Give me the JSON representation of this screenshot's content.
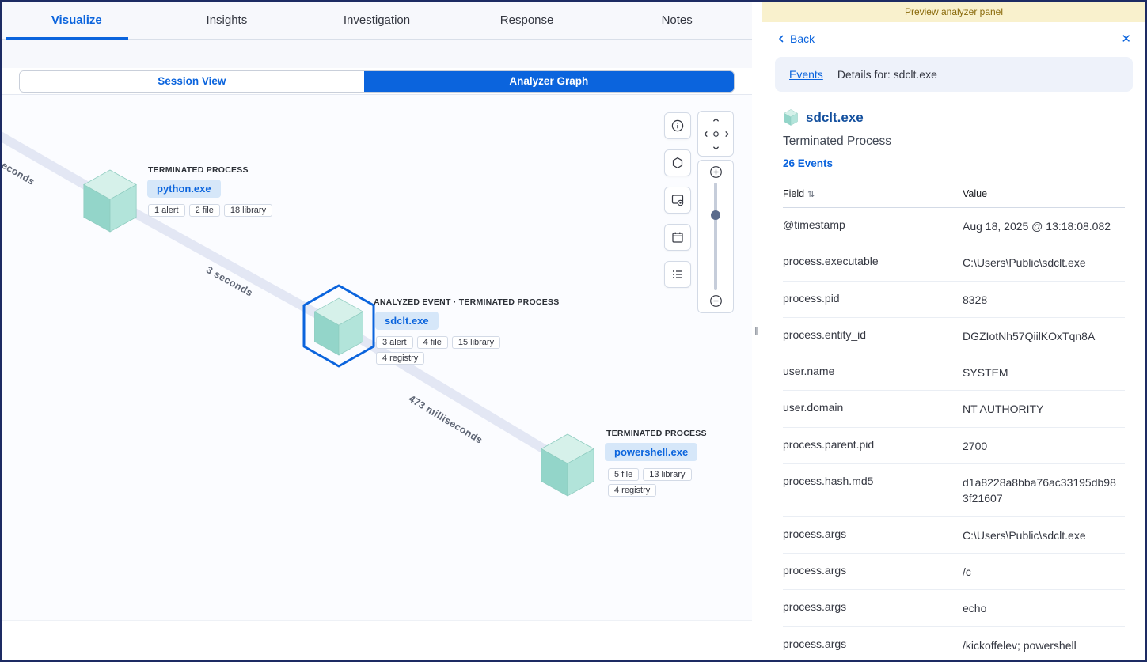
{
  "colors": {
    "primary_blue": "#0b64dd",
    "cube_teal": "#9fdacd",
    "banner_yellow": "#f9f1cd",
    "edge_lavender": "#e3e7f4"
  },
  "icons": {
    "close": "✕",
    "sort": "⇅",
    "drag": "‖"
  },
  "tabs": [
    {
      "label": "Visualize",
      "active": true
    },
    {
      "label": "Insights",
      "active": false
    },
    {
      "label": "Investigation",
      "active": false
    },
    {
      "label": "Response",
      "active": false
    },
    {
      "label": "Notes",
      "active": false
    }
  ],
  "view_toggle": {
    "session_view": "Session View",
    "analyzer_graph": "Analyzer Graph"
  },
  "graph": {
    "edge_labels": [
      "seconds",
      "3 seconds",
      "473 milliseconds"
    ],
    "nodes": [
      {
        "type_label": "TERMINATED PROCESS",
        "name": "python.exe",
        "badges": [
          "1 alert",
          "2 file",
          "18 library"
        ],
        "selected": false
      },
      {
        "type_label": "ANALYZED EVENT · TERMINATED PROCESS",
        "name": "sdclt.exe",
        "badges": [
          "3 alert",
          "4 file",
          "15 library",
          "4 registry"
        ],
        "selected": true
      },
      {
        "type_label": "TERMINATED PROCESS",
        "name": "powershell.exe",
        "badges": [
          "5 file",
          "13 library",
          "4 registry"
        ],
        "selected": false
      }
    ]
  },
  "panel": {
    "preview_banner": "Preview analyzer panel",
    "back_label": "Back",
    "breadcrumb": {
      "events": "Events",
      "details": "Details for: sdclt.exe"
    },
    "title": "sdclt.exe",
    "subtitle": "Terminated Process",
    "events_link": "26 Events",
    "table": {
      "field_header": "Field",
      "value_header": "Value",
      "rows": [
        {
          "field": "@timestamp",
          "value": "Aug 18, 2025 @ 13:18:08.082"
        },
        {
          "field": "process.executable",
          "value": "C:\\Users\\Public\\sdclt.exe"
        },
        {
          "field": "process.pid",
          "value": "8328"
        },
        {
          "field": "process.entity_id",
          "value": "DGZIotNh57QiilKOxTqn8A"
        },
        {
          "field": "user.name",
          "value": "SYSTEM"
        },
        {
          "field": "user.domain",
          "value": "NT AUTHORITY"
        },
        {
          "field": "process.parent.pid",
          "value": "2700"
        },
        {
          "field": "process.hash.md5",
          "value": "d1a8228a8bba76ac33195db983f21607"
        },
        {
          "field": "process.args",
          "value": "C:\\Users\\Public\\sdclt.exe"
        },
        {
          "field": "process.args",
          "value": "/c"
        },
        {
          "field": "process.args",
          "value": "echo"
        },
        {
          "field": "process.args",
          "value": "/kickoffelev; powershell"
        }
      ]
    }
  }
}
